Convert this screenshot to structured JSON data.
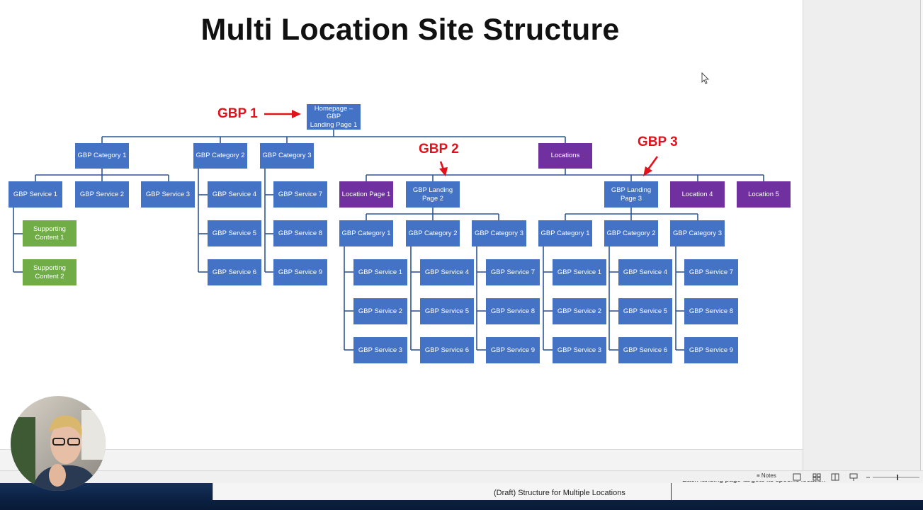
{
  "slide": {
    "title": "Multi Location Site Structure",
    "gbp_labels": [
      "GBP 1",
      "GBP 2",
      "GBP 3"
    ],
    "top": {
      "homepage": "Homepage – GBP\nLanding Page 1"
    },
    "level1": [
      "GBP Category 1",
      "GBP Category  2",
      "GBP Category 3",
      "Locations"
    ],
    "level2": {
      "services_a": [
        "GBP Service 1",
        "GBP Service 2",
        "GBP Service 3"
      ],
      "services_b": [
        "GBP Service 4",
        "GBP Service 5",
        "GBP Service 6"
      ],
      "services_c": [
        "GBP Service 7",
        "GBP Service 8",
        "GBP Service 9"
      ],
      "supporting": [
        "Supporting\nContent 1",
        "Supporting\nContent 2"
      ]
    },
    "locations_row": [
      "Location Page 1",
      "GBP Landing\nPage 2",
      "GBP Landing\nPage 3",
      "Location 4",
      "Location 5"
    ],
    "landing_categories": [
      "GBP Category 1",
      "GBP Category 2",
      "GBP Category 3"
    ],
    "landing_services": [
      [
        "GBP Service 1",
        "GBP Service 2",
        "GBP Service 3"
      ],
      [
        "GBP Service 4",
        "GBP Service 5",
        "GBP Service 6"
      ],
      [
        "GBP Service 7",
        "GBP Service 8",
        "GBP Service 9"
      ]
    ]
  },
  "statusbar": {
    "notes_label": "Notes",
    "notes_text": "Each landing page targets its specific location"
  },
  "taskbar": {
    "window_caption": "(Draft) Structure for Multiple Locations"
  },
  "colors": {
    "box_blue": "#4472c4",
    "box_purple": "#7030a0",
    "box_green": "#70ad47",
    "connector": "#2f5597",
    "annotation_red": "#e0121b"
  }
}
